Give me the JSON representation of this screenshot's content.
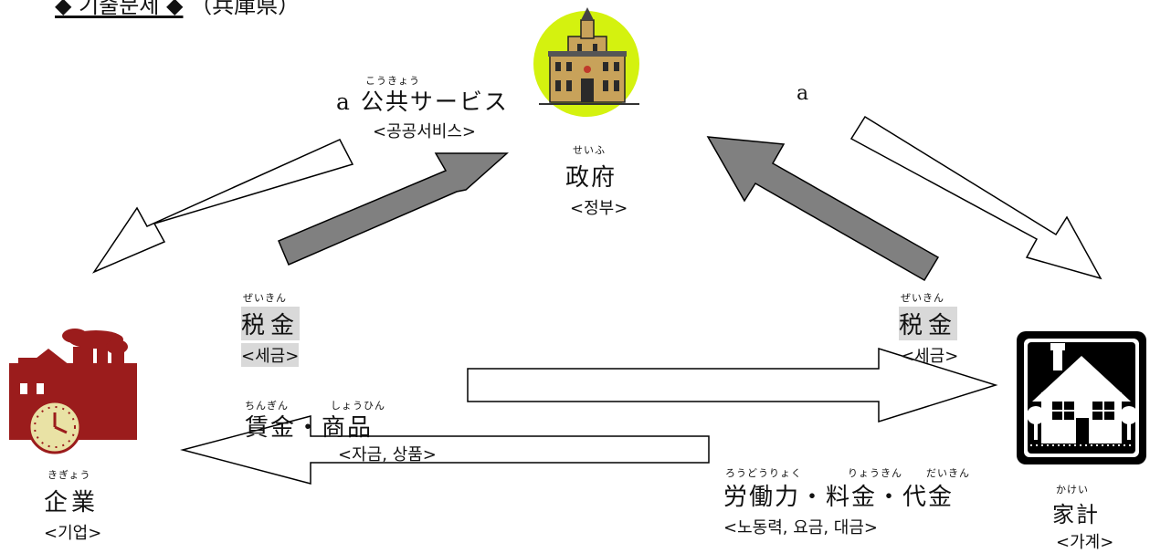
{
  "title": {
    "main": "◆ 기출문제 ◆",
    "prefecture": "（兵庫県）"
  },
  "government": {
    "ruby": "せいふ",
    "jp": "政府",
    "ko": "<정부>"
  },
  "company": {
    "ruby": "きぎょう",
    "jp": "企業",
    "ko": "<기업>"
  },
  "household": {
    "ruby": "かけい",
    "jp": "家計",
    "ko": "<가계>"
  },
  "public_service": {
    "ruby": "こうきょう",
    "letter": "a",
    "jp": "公共サービス",
    "ko": "<공공서비스>"
  },
  "right_a": {
    "letter": "a"
  },
  "tax_left": {
    "ruby": "ぜいきん",
    "jp": "税金",
    "ko": "<세금>"
  },
  "tax_right": {
    "ruby": "ぜいきん",
    "jp": "税金",
    "ko": "<세금>"
  },
  "wage_goods": {
    "ruby1": "ちんぎん",
    "ruby2": "しょうひん",
    "jp": "賃金・商品",
    "ko": "<자금, 상품>"
  },
  "labor": {
    "ruby1": "ろうどうりょく",
    "ruby2": "りょうきん",
    "ruby3": "だいきん",
    "jp": "労働力・料金・代金",
    "ko": "<노동력, 요금, 대금>"
  },
  "colors": {
    "gov_circle": "#d4f20f",
    "factory": "#9b1c1c",
    "house": "#000000",
    "gray_arrow": "#808080"
  }
}
